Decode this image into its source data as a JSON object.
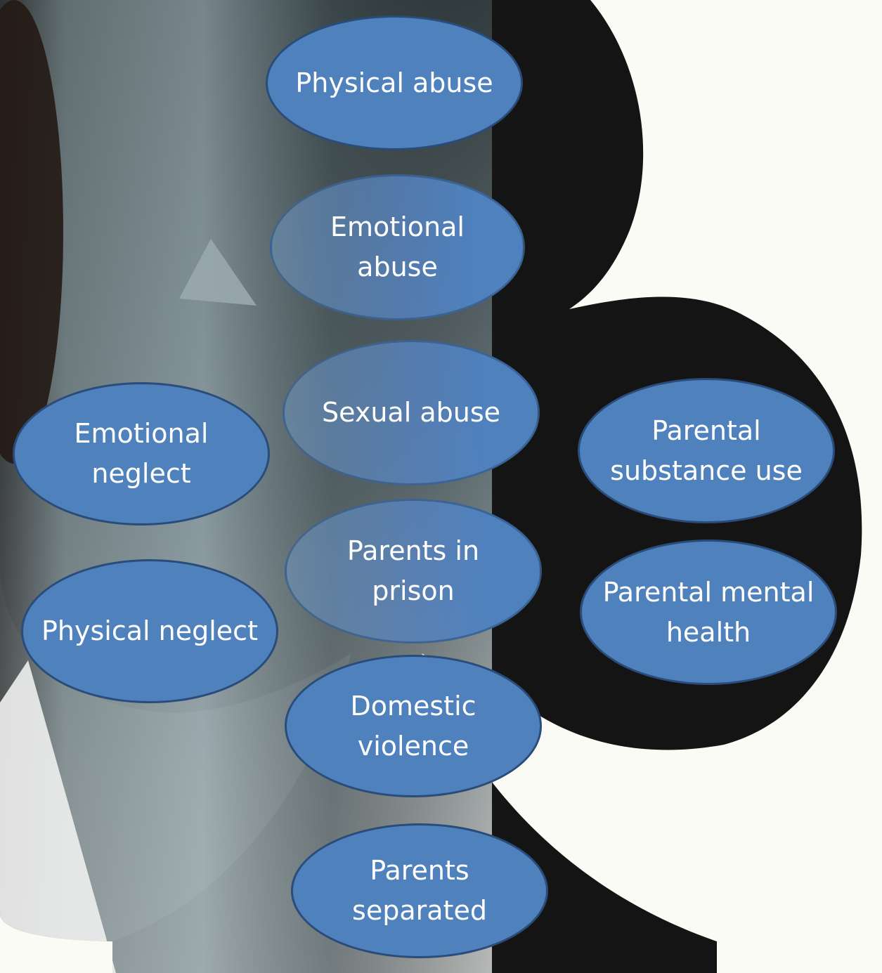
{
  "diagram": {
    "nodes": [
      {
        "id": "physical-abuse",
        "label": "Physical abuse"
      },
      {
        "id": "emotional-abuse",
        "label": "Emotional abuse"
      },
      {
        "id": "sexual-abuse",
        "label": "Sexual abuse"
      },
      {
        "id": "parents-in-prison",
        "label": "Parents in prison"
      },
      {
        "id": "domestic-violence",
        "label": "Domestic violence"
      },
      {
        "id": "parents-separated",
        "label": "Parents separated"
      },
      {
        "id": "emotional-neglect",
        "label": "Emotional neglect"
      },
      {
        "id": "physical-neglect",
        "label": "Physical neglect"
      },
      {
        "id": "parental-substance-use",
        "label": "Parental substance use"
      },
      {
        "id": "parental-mental-health",
        "label": "Parental mental health"
      }
    ]
  },
  "colors": {
    "node_fill": "#4f81bd",
    "node_border": "#2a4c7a",
    "node_text": "#ffffff",
    "club_shape": "#141414",
    "page_background": "#fbfbf5"
  }
}
